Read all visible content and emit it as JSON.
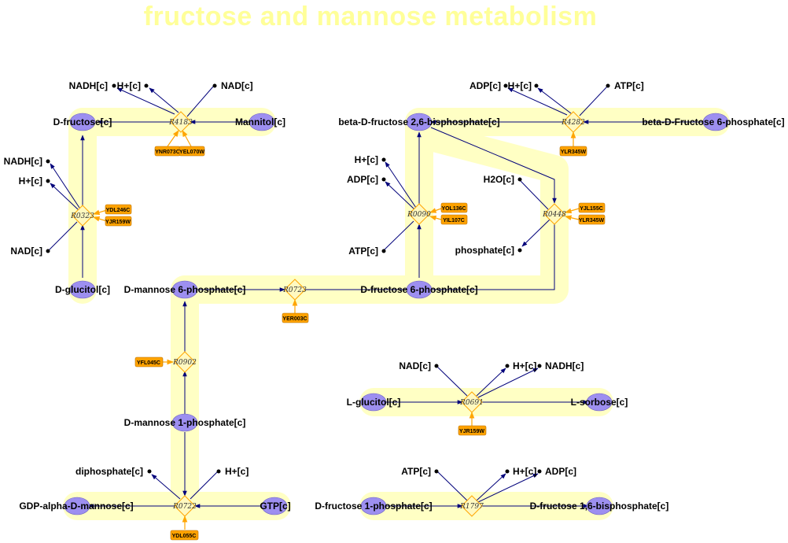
{
  "title": "fructose and mannose metabolism",
  "colors": {
    "title": "#ffff99",
    "pathway_track": "#ffffc4",
    "metabolite": "#9d8ff0",
    "reaction": "#fff9c0",
    "gene": "#ffa200",
    "reaction_edge": "#00007a",
    "gene_edge": "#ffa500"
  },
  "metabolites": {
    "d_fructose": "D-fructose[c]",
    "mannitol": "Mannitol[c]",
    "d_glucitol": "D-glucitol[c]",
    "beta_f26bp": "beta-D-fructose 2,6-bisphosphate[c]",
    "beta_f6p": "beta-D-Fructose 6-phosphate[c]",
    "d_mannose_6p": "D-mannose 6-phosphate[c]",
    "d_fructose_6p": "D-fructose 6-phosphate[c]",
    "d_mannose_1p": "D-mannose 1-phosphate[c]",
    "gdp_mannose": "GDP-alpha-D-mannose[c]",
    "gtp": "GTP[c]",
    "l_glucitol": "L-glucitol[c]",
    "l_sorbose": "L-sorbose[c]",
    "d_fructose_1p": "D-fructose 1-phosphate[c]",
    "d_fructose_16bp": "D-fructose 1,6-bisphosphate[c]"
  },
  "side_metabolites": {
    "r4183_nadh": "NADH[c]",
    "r4183_h": "H+[c]",
    "r4183_nad": "NAD[c]",
    "r0323_nadh": "NADH[c]",
    "r0323_h": "H+[c]",
    "r0323_nad": "NAD[c]",
    "r4282_adp": "ADP[c]",
    "r4282_h": "H+[c]",
    "r4282_atp": "ATP[c]",
    "r0090_h": "H+[c]",
    "r0090_adp": "ADP[c]",
    "r0090_atp": "ATP[c]",
    "r0448_h2o": "H2O[c]",
    "r0448_phosphate": "phosphate[c]",
    "r0722_diphosphate": "diphosphate[c]",
    "r0722_h": "H+[c]",
    "r0691_nad": "NAD[c]",
    "r0691_h": "H+[c]",
    "r0691_nadh": "NADH[c]",
    "r1797_atp": "ATP[c]",
    "r1797_h": "H+[c]",
    "r1797_adp": "ADP[c]"
  },
  "reactions": {
    "r4183": "R4183",
    "r0323": "R0323",
    "r4282": "R4282",
    "r0090": "R0090",
    "r0448": "R0448",
    "r0723": "R0723",
    "r0902": "R0902",
    "r0722": "R0722",
    "r0691": "R0691",
    "r1797": "R1797"
  },
  "genes": {
    "ynr073c": "YNR073C",
    "yel070w": "YEL070W",
    "ydl246c": "YDL246C",
    "yjr159w_a": "YJR159W",
    "ylr345w_a": "YLR345W",
    "yol136c": "YOL136C",
    "yil107c": "YIL107C",
    "yjl155c": "YJL155C",
    "ylr345w_b": "YLR345W",
    "yer003c": "YER003C",
    "yfl045c": "YFL045C",
    "ydl055c": "YDL055C",
    "yjr159w_b": "YJR159W"
  }
}
